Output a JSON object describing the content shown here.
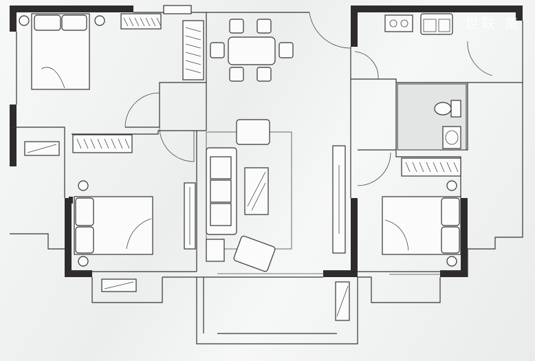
{
  "watermark": "世联 集",
  "rooms": [
    "bedroom-top-left",
    "bedroom-left",
    "bedroom-right",
    "living-room",
    "dining-room",
    "kitchen",
    "bathroom",
    "balcony"
  ]
}
